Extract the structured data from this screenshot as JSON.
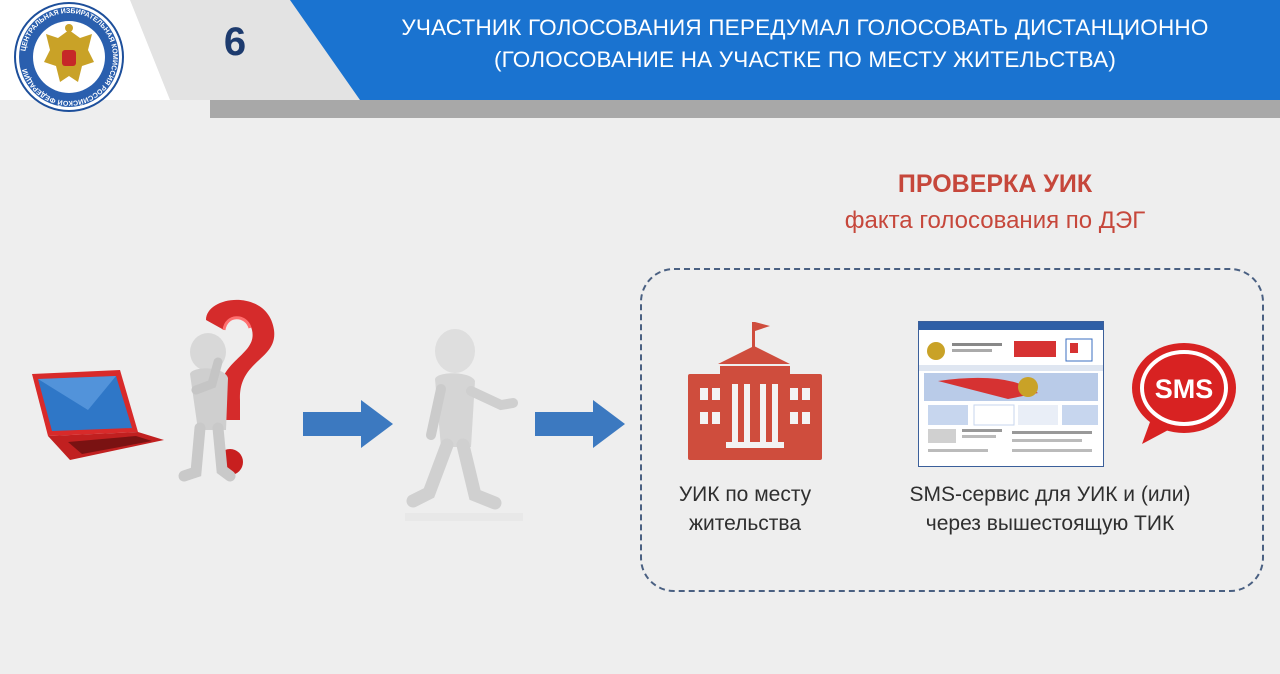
{
  "header": {
    "slide_number": "6",
    "title_line1": "УЧАСТНИК ГОЛОСОВАНИЯ ПЕРЕДУМАЛ ГОЛОСОВАТЬ ДИСТАНЦИОННО",
    "title_line2": "(ГОЛОСОВАНИЕ НА УЧАСТКЕ ПО МЕСТУ ЖИТЕЛЬСТВА)",
    "emblem_text": "ЦЕНТРАЛЬНАЯ ИЗБИРАТЕЛЬНАЯ КОМИССИЯ РОССИЙСКОЙ ФЕДЕРАЦИИ"
  },
  "check": {
    "title": "ПРОВЕРКА УИК",
    "subtitle": "факта голосования по ДЭГ"
  },
  "options": {
    "uik_label_line1": "УИК по месту",
    "uik_label_line2": "жительства",
    "sms_label_line1": "SMS-сервис для УИК и (или)",
    "sms_label_line2": "через вышестоящую ТИК",
    "sms_badge": "SMS"
  },
  "icons": [
    "emblem-icon",
    "laptop-icon",
    "question-person-icon",
    "walking-person-icon",
    "arrow-right-icon",
    "building-icon",
    "website-screenshot-icon",
    "sms-bubble-icon"
  ],
  "colors": {
    "header_blue": "#1a73d0",
    "slide_number": "#1d3b6e",
    "accent_red": "#c6473b",
    "arrow_blue": "#3c79c0",
    "dashed_border": "#4a6082"
  }
}
